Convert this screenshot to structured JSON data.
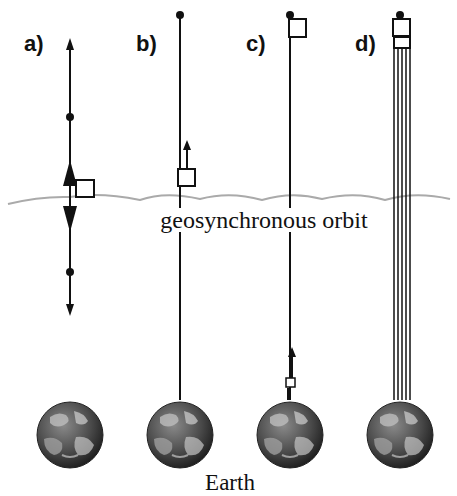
{
  "diagram": {
    "labels": [
      "a)",
      "b)",
      "c)",
      "d)",
      "geosynchronous orbit",
      "Earth"
    ]
  }
}
